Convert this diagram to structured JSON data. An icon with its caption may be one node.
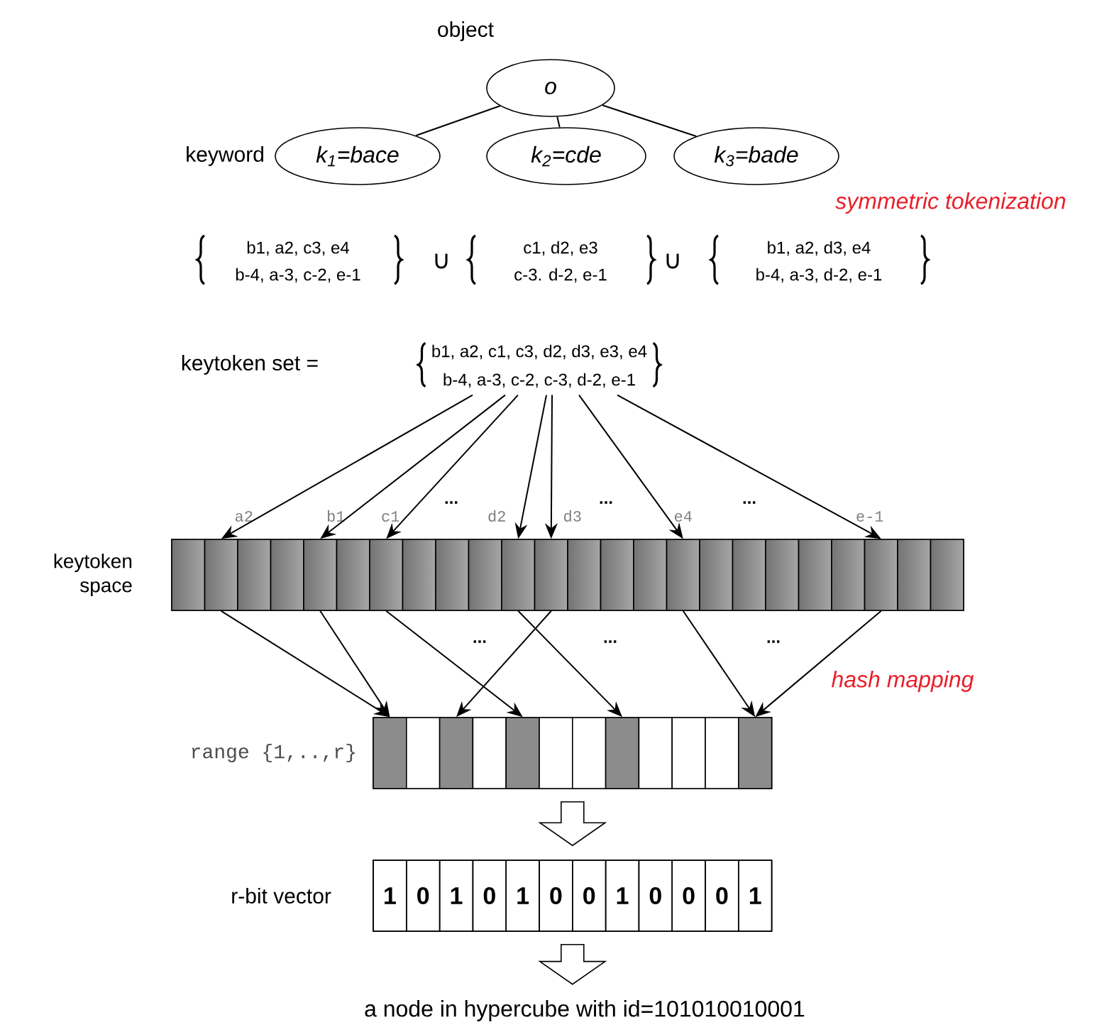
{
  "diagram": {
    "nodes": [
      {
        "text": [
          "o"
        ],
        "beside": [
          "object"
        ]
      },
      {
        "text": [
          "k$_{1}$=bace"
        ],
        "beside": [
          "keyword"
        ]
      },
      {
        "text": [
          "k$_{2}$=cde"
        ]
      },
      {
        "text": [
          "k$_{3}$=bade"
        ]
      },
      {
        "text": [
          "b1, a2, c1, c3, d2, d3, e3, e4",
          "b-4, a-3, c-2, c-3, d-2, e-1"
        ]
      },
      {
        "text": [],
        "shape": "bar",
        "beside": [
          "keytoken space"
        ]
      },
      {
        "text": [],
        "shape": "box",
        "in": 5
      },
      {
        "text": [],
        "shape": "box",
        "in": 5,
        "beside": [
          "a2"
        ]
      },
      {
        "text": [],
        "shape": "box",
        "in": 5
      },
      {
        "text": [],
        "shape": "box",
        "in": 5
      },
      {
        "text": [],
        "shape": "box",
        "in": 5,
        "beside": [
          "b1"
        ]
      },
      {
        "text": [],
        "shape": "box",
        "in": 5
      },
      {
        "text": [],
        "shape": "box",
        "in": 5,
        "beside": [
          "c1"
        ]
      },
      {
        "text": [],
        "shape": "box",
        "in": 5
      },
      {
        "text": [],
        "shape": "box",
        "in": 5
      },
      {
        "text": [],
        "shape": "box",
        "in": 5
      },
      {
        "text": [],
        "shape": "box",
        "in": 5,
        "beside": [
          "d2"
        ]
      },
      {
        "text": [],
        "shape": "box",
        "in": 5,
        "beside": [
          "d3"
        ]
      },
      {
        "text": [],
        "shape": "box",
        "in": 5
      },
      {
        "text": [],
        "shape": "box",
        "in": 5
      },
      {
        "text": [],
        "shape": "box",
        "in": 5
      },
      {
        "text": [],
        "shape": "box",
        "in": 5,
        "beside": [
          "e4"
        ]
      },
      {
        "text": [],
        "shape": "box",
        "in": 5
      },
      {
        "text": [],
        "shape": "box",
        "in": 5
      },
      {
        "text": [],
        "shape": "box",
        "in": 5
      },
      {
        "text": [],
        "shape": "box",
        "in": 5
      },
      {
        "text": [],
        "shape": "box",
        "in": 5
      },
      {
        "text": [],
        "shape": "box",
        "in": 5,
        "beside": [
          "e-1"
        ]
      },
      {
        "text": [],
        "shape": "box",
        "in": 5
      },
      {
        "text": [],
        "shape": "box",
        "in": 5
      },
      {
        "text": [],
        "shape": "bar",
        "beside": [
          "range {1,..,r}"
        ]
      },
      {
        "text": [],
        "shape": "box",
        "in": 30
      },
      {
        "text": [],
        "shape": "box",
        "in": 30
      },
      {
        "text": [],
        "shape": "box",
        "in": 30
      },
      {
        "text": [],
        "shape": "box",
        "in": 30
      },
      {
        "text": [],
        "shape": "box",
        "in": 30
      },
      {
        "text": [],
        "shape": "box",
        "in": 30
      },
      {
        "text": [],
        "shape": "box",
        "in": 30
      },
      {
        "text": [],
        "shape": "box",
        "in": 30
      },
      {
        "text": [],
        "shape": "box",
        "in": 30
      },
      {
        "text": [],
        "shape": "box",
        "in": 30
      },
      {
        "text": [],
        "shape": "box",
        "in": 30
      },
      {
        "text": [],
        "shape": "box",
        "in": 30
      },
      {
        "text": [],
        "shape": "bar",
        "beside": [
          "r-bit vector"
        ]
      },
      {
        "text": [
          "1"
        ],
        "in": 43
      },
      {
        "text": [
          "0"
        ],
        "in": 43
      },
      {
        "text": [
          "1"
        ],
        "in": 43
      },
      {
        "text": [
          "0"
        ],
        "in": 43
      },
      {
        "text": [
          "1"
        ],
        "in": 43
      },
      {
        "text": [
          "0"
        ],
        "in": 43
      },
      {
        "text": [
          "0"
        ],
        "in": 43
      },
      {
        "text": [
          "1"
        ],
        "in": 43
      },
      {
        "text": [
          "0"
        ],
        "in": 43
      },
      {
        "text": [
          "0"
        ],
        "in": 43
      },
      {
        "text": [
          "0"
        ],
        "in": 43
      },
      {
        "text": [
          "1"
        ],
        "in": 43
      },
      {
        "text": [
          "a node in hypercube with id=101010010001"
        ]
      }
    ],
    "edges": [
      {
        "from": 0,
        "to": 1,
        "arrow": "none"
      },
      {
        "from": 0,
        "to": 2,
        "arrow": "none"
      },
      {
        "from": 0,
        "to": 3,
        "arrow": "none"
      },
      {
        "from": 4,
        "to": 7,
        "arrow": "to"
      },
      {
        "from": 4,
        "to": 10,
        "arrow": "to"
      },
      {
        "from": 4,
        "to": 12,
        "arrow": "to"
      },
      {
        "from": 4,
        "to": 16,
        "arrow": "to"
      },
      {
        "from": 4,
        "to": 17,
        "arrow": "to"
      },
      {
        "from": 4,
        "to": 21,
        "arrow": "to"
      },
      {
        "from": 4,
        "to": 27,
        "arrow": "to"
      },
      {
        "from": 7,
        "to": 31,
        "arrow": "to"
      },
      {
        "from": 10,
        "to": 31,
        "arrow": "to"
      },
      {
        "from": 12,
        "to": 35,
        "arrow": "to"
      },
      {
        "from": 16,
        "to": 38,
        "arrow": "to"
      },
      {
        "from": 17,
        "to": 33,
        "arrow": "to"
      },
      {
        "from": 21,
        "to": 42,
        "arrow": "to"
      },
      {
        "from": 27,
        "to": 42,
        "arrow": "to"
      },
      {
        "from": 30,
        "to": 43,
        "arrow": "to"
      },
      {
        "from": 43,
        "to": 56,
        "arrow": "to"
      }
    ],
    "labels": [
      "symmetric tokenization",
      "b1, a2, c3, e4",
      "b-4, a-3, c-2, e-1",
      "∪",
      "c1, d2, e3",
      "c-3. d-2, e-1",
      "∪",
      "b1, a2, d3, e4",
      "b-4, a-3, d-2, e-1",
      "keytoken set =",
      "...",
      "...",
      "...",
      "...",
      "...",
      "...",
      "hash mapping"
    ]
  }
}
